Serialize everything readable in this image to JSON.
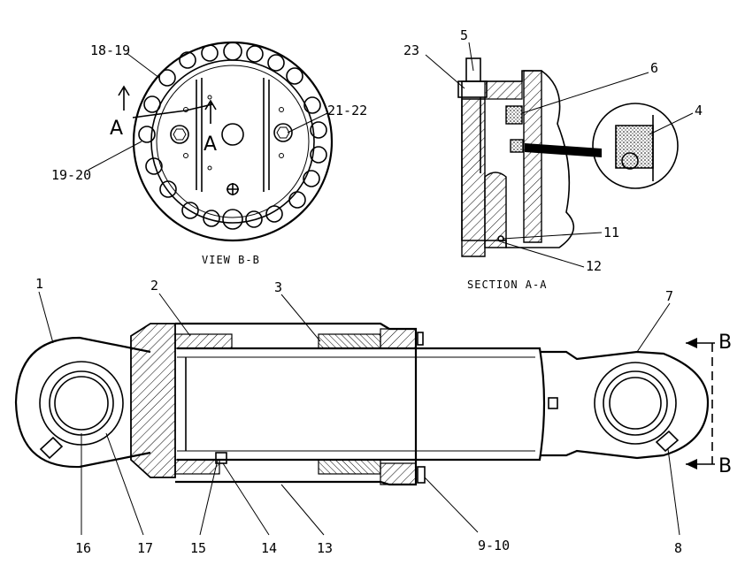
{
  "views": {
    "view_bb": "VIEW B-B",
    "section_aa": "SECTION A-A"
  },
  "section_marks": {
    "a": "A",
    "b": "B"
  },
  "callouts": {
    "c1": "1",
    "c2": "2",
    "c3": "3",
    "c4": "4",
    "c5": "5",
    "c6": "6",
    "c7": "7",
    "c8": "8",
    "c9_10": "9-10",
    "c11": "11",
    "c12": "12",
    "c13": "13",
    "c14": "14",
    "c15": "15",
    "c16": "16",
    "c17": "17",
    "c18_19": "18-19",
    "c19_20": "19-20",
    "c21_22": "21-22",
    "c23": "23"
  }
}
